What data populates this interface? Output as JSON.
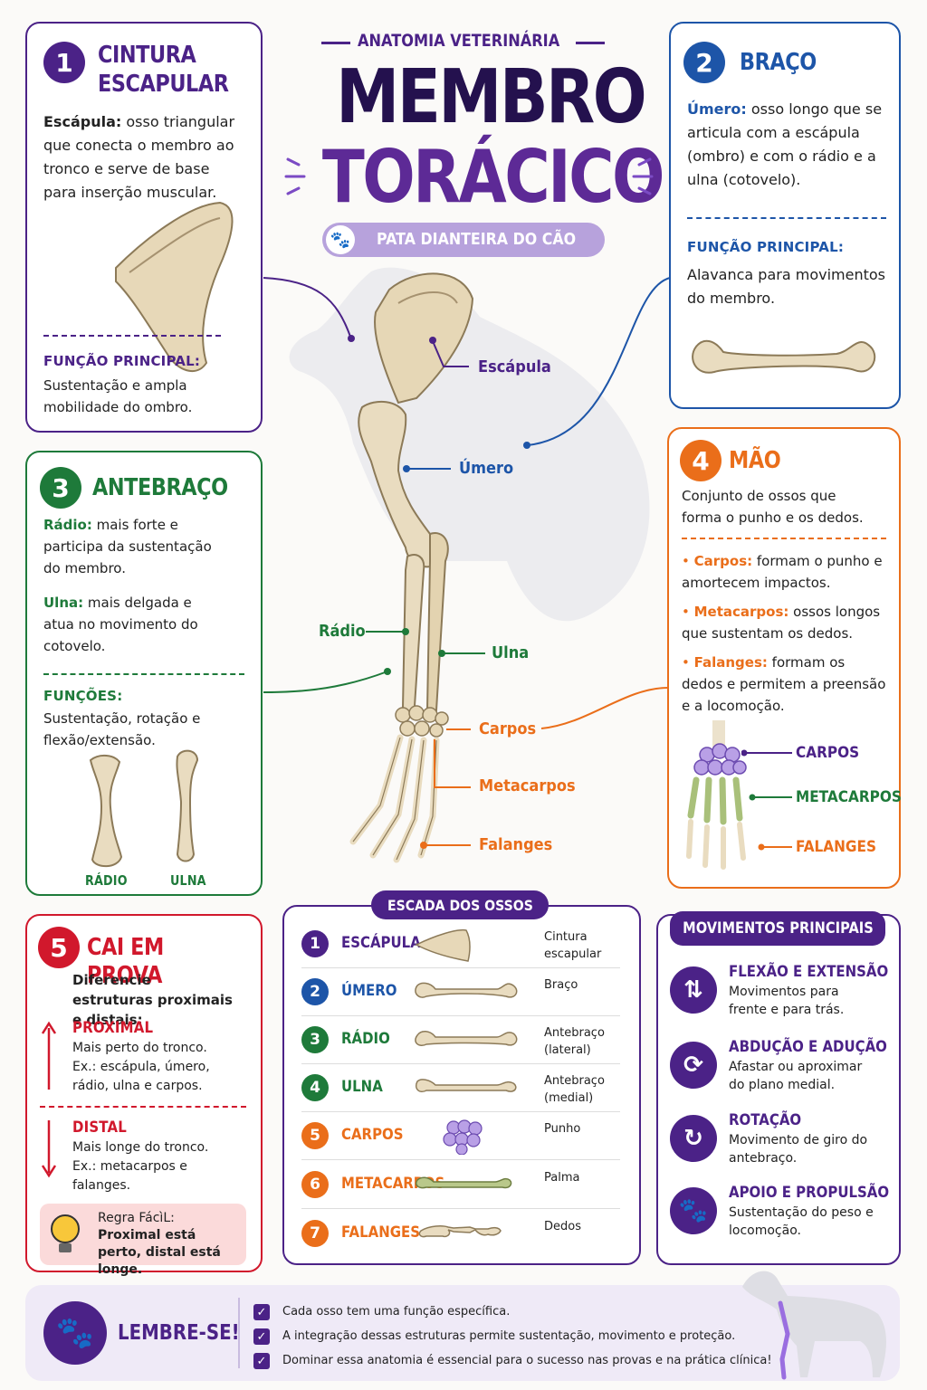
{
  "header": {
    "kicker": "ANATOMIA VETERINÁRIA",
    "title1": "MEMBRO",
    "title2": "TORÁCICO",
    "subtitle": "PATA DIANTEIRA DO CÃO"
  },
  "card1": {
    "num": "1",
    "title1": "CINTURA",
    "title2": "ESCAPULAR",
    "term": "Escápula:",
    "desc": " osso triangular que conecta o membro ao tronco e serve de base para inserção muscular.",
    "func_label": "FUNÇÃO PRINCIPAL:",
    "func_text": "Sustentação e ampla mobilidade do ombro."
  },
  "card2": {
    "num": "2",
    "title": "BRAÇO",
    "term": "Úmero:",
    "desc": " osso longo que se articula com a escápula (ombro) e com o rádio e a ulna (cotovelo).",
    "func_label": "FUNÇÃO PRINCIPAL:",
    "func_text": "Alavanca para movimentos do membro."
  },
  "card3": {
    "num": "3",
    "title": "ANTEBRAÇO",
    "radio_term": "Rádio:",
    "radio_desc": " mais forte e participa da sustentação do membro.",
    "ulna_term": "Ulna:",
    "ulna_desc": " mais delgada e atua no movimento do cotovelo.",
    "func_label": "FUNÇÕES:",
    "func_text": "Sustentação, rotação e flexão/extensão.",
    "bone1": "RÁDIO",
    "bone2": "ULNA"
  },
  "card4": {
    "num": "4",
    "title": "MÃO",
    "intro": "Conjunto de ossos que forma o punho e os dedos.",
    "items": [
      {
        "term": "Carpos:",
        "desc": " formam o punho e amortecem impactos."
      },
      {
        "term": "Metacarpos:",
        "desc": " ossos longos que sustentam os dedos."
      },
      {
        "term": "Falanges:",
        "desc": " formam os dedos e permitem a preensão e a locomoção."
      }
    ],
    "labels": [
      "CARPOS",
      "METACARPOS",
      "FALANGES"
    ]
  },
  "center_labels": {
    "escapula": "Escápula",
    "umero": "Úmero",
    "radio": "Rádio",
    "ulna": "Ulna",
    "carpos": "Carpos",
    "metacarpos": "Metacarpos",
    "falanges": "Falanges"
  },
  "card5": {
    "num": "5",
    "title": "CAI EM PROVA",
    "intro": "Diferencie estruturas proximais e distais:",
    "prox_label": "PROXIMAL",
    "prox_text": "Mais perto do tronco.",
    "prox_ex": "Ex.: escápula, úmero, rádio, ulna e carpos.",
    "dist_label": "DISTAL",
    "dist_text": "Mais longe do tronco.",
    "dist_ex": "Ex.: metacarpos e falanges.",
    "tip_title": "Regra FácìL:",
    "tip_text": "Proximal está perto, distal está longe."
  },
  "ladder": {
    "title": "ESCADA DOS OSSOS",
    "rows": [
      {
        "n": "1",
        "name": "ESCÁPULA",
        "part": "Cintura escapular",
        "color": "#4b2287"
      },
      {
        "n": "2",
        "name": "ÚMERO",
        "part": "Braço",
        "color": "#1d55a8"
      },
      {
        "n": "3",
        "name": "RÁDIO",
        "part": "Antebraço (lateral)",
        "color": "#1e7a3a"
      },
      {
        "n": "4",
        "name": "ULNA",
        "part": "Antebraço (medial)",
        "color": "#1e7a3a"
      },
      {
        "n": "5",
        "name": "CARPOS",
        "part": "Punho",
        "color": "#ea6e1a"
      },
      {
        "n": "6",
        "name": "METACARPOS",
        "part": "Palma",
        "color": "#ea6e1a"
      },
      {
        "n": "7",
        "name": "FALANGES",
        "part": "Dedos",
        "color": "#ea6e1a"
      }
    ]
  },
  "movements": {
    "title": "MOVIMENTOS PRINCIPAIS",
    "items": [
      {
        "icon": "up-down-arrows-icon",
        "title": "FLEXÃO E EXTENSÃO",
        "desc": "Movimentos para frente e para trás."
      },
      {
        "icon": "rotate-arrows-icon",
        "title": "ABDUÇÃO E ADUÇÃO",
        "desc": "Afastar ou aproximar do plano medial."
      },
      {
        "icon": "rotation-icon",
        "title": "ROTAÇÃO",
        "desc": "Movimento de giro do antebraço."
      },
      {
        "icon": "paw-icon",
        "title": "APOIO E PROPULSÃO",
        "desc": "Sustentação do peso e locomoção."
      }
    ]
  },
  "footer": {
    "title": "LEMBRE-SE!",
    "items": [
      "Cada osso tem uma função específica.",
      "A integração dessas estruturas permite sustentação, movimento e proteção.",
      "Dominar essa anatomia é essencial para o sucesso nas provas e na prática clínica!"
    ]
  },
  "colors": {
    "purple": "#4b2287",
    "blue": "#1d55a8",
    "green": "#1e7a3a",
    "orange": "#ea6e1a",
    "red": "#d1182c",
    "bone": "#e9dcc0"
  }
}
